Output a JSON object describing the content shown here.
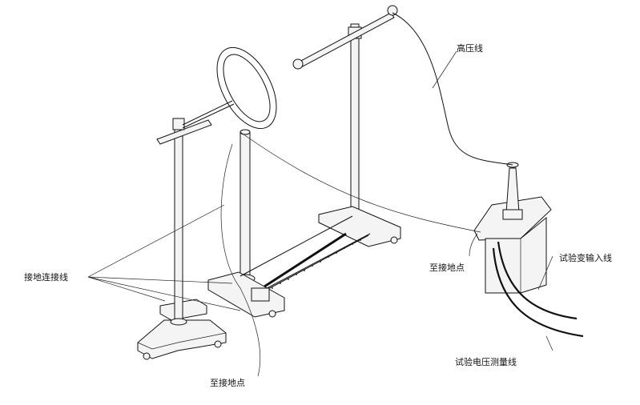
{
  "labels": {
    "high_voltage_line": "高压线",
    "ground_connection_line": "接地连接线",
    "to_ground_point_bottom": "至接地点",
    "to_ground_point_right": "至接地点",
    "transformer_input_line": "试验变输入线",
    "voltage_measure_line": "试验电压测量线"
  }
}
